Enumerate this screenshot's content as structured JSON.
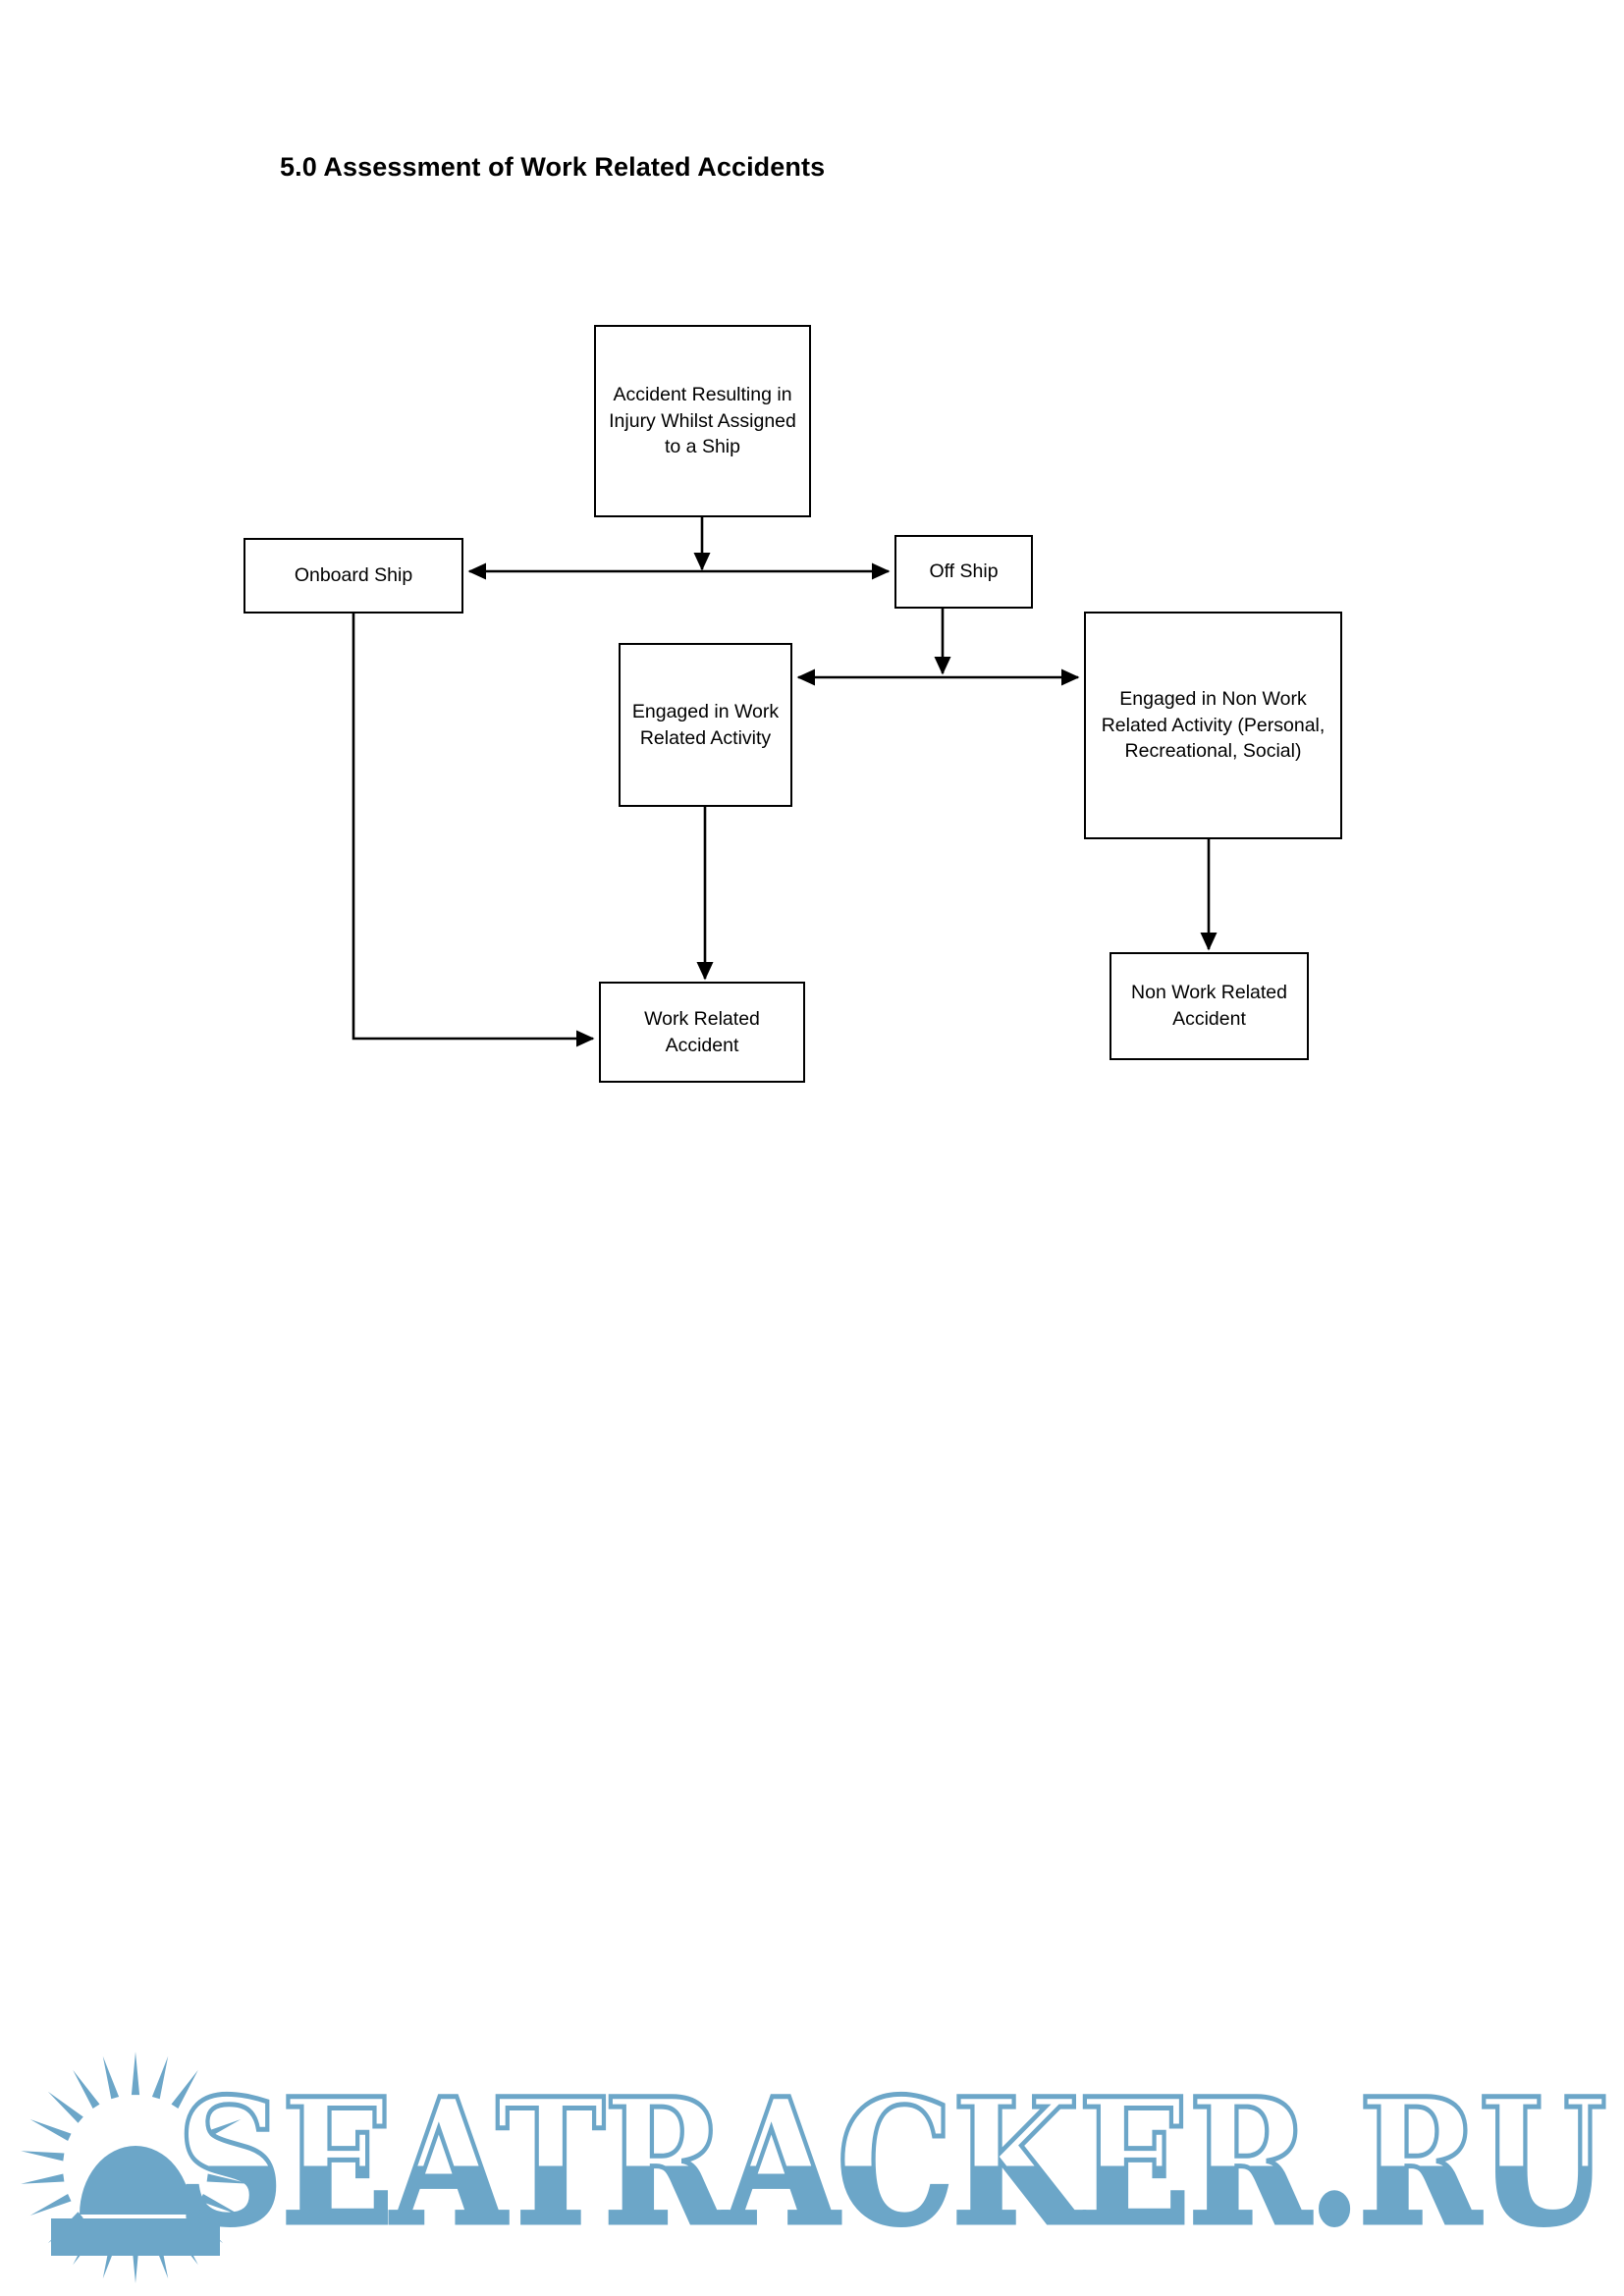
{
  "document": {
    "title": "5.0 Assessment of Work Related Accidents"
  },
  "flowchart": {
    "type": "flowchart",
    "orientation": "top-down",
    "nodes": [
      {
        "id": "accident-injury",
        "label": "Accident Resulting in Injury Whilst Assigned to a Ship"
      },
      {
        "id": "onboard-ship",
        "label": "Onboard Ship"
      },
      {
        "id": "off-ship",
        "label": "Off Ship"
      },
      {
        "id": "engaged-work-related",
        "label": "Engaged in Work Related Activity"
      },
      {
        "id": "engaged-non-work",
        "label": "Engaged in Non Work Related Activity (Personal, Recreational, Social)"
      },
      {
        "id": "work-related-accident",
        "label": "Work Related Accident"
      },
      {
        "id": "non-work-accident",
        "label": "Non Work Related Accident"
      }
    ],
    "edges": [
      {
        "from": "accident-injury",
        "to": "onboard-ship",
        "style": "arrow"
      },
      {
        "from": "accident-injury",
        "to": "off-ship",
        "style": "arrow"
      },
      {
        "from": "off-ship",
        "to": "engaged-work-related",
        "style": "arrow"
      },
      {
        "from": "off-ship",
        "to": "engaged-non-work",
        "style": "arrow"
      },
      {
        "from": "engaged-work-related",
        "to": "work-related-accident",
        "style": "arrow"
      },
      {
        "from": "onboard-ship",
        "to": "work-related-accident",
        "style": "arrow"
      },
      {
        "from": "engaged-non-work",
        "to": "non-work-accident",
        "style": "arrow"
      }
    ]
  },
  "watermark": {
    "text": "SEATRACKER.RU",
    "color": "#6ca6c8",
    "logo": "sun-burst-icon"
  }
}
